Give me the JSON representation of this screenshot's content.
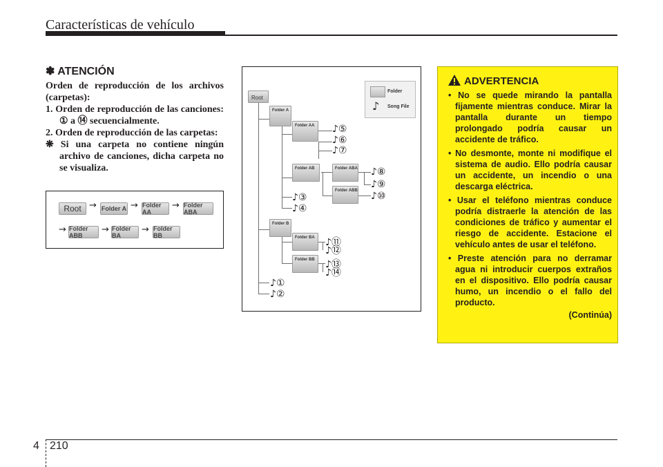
{
  "header": {
    "title": "Características de vehículo"
  },
  "attention": {
    "title": "✽ ATENCIÓN",
    "intro": "Orden de reproducción de los archivos (carpetas):",
    "item1": "1. Orden de reproducción de las canciones: ① a ⑭ secuencialmente.",
    "item2": "2. Orden de reproducción de las carpetas:",
    "item3": "❋ Si una carpeta no contiene ningún archivo de canciones, dicha carpeta no se visualiza."
  },
  "flow": {
    "nodes": [
      "Root",
      "Folder A",
      "Folder AA",
      "Folder ABA",
      "Folder ABB",
      "Folder BA",
      "Folder BB"
    ],
    "arrow": "→"
  },
  "tree": {
    "root": "Root",
    "folder_a": "Folder A",
    "folder_aa": "Folder AA",
    "folder_ab": "Folder AB",
    "folder_aba": "Folder ABA",
    "folder_abb": "Folder ABB",
    "folder_b": "Folder B",
    "folder_ba": "Folder BA",
    "folder_bb": "Folder BB",
    "legend_folder": "Folder",
    "legend_song": "Song File",
    "songs": [
      "♪①",
      "♪②",
      "♪③",
      "♪④",
      "♪⑤",
      "♪⑥",
      "♪⑦",
      "♪⑧",
      "♪⑨",
      "♪⑩",
      "♪⑪",
      "♪⑫",
      "♪⑬",
      "♪⑭"
    ]
  },
  "warning": {
    "title": "ADVERTENCIA",
    "items": [
      "• No se quede mirando la pantalla fijamente mientras conduce. Mirar la pantalla durante un tiempo prolongado podría causar un accidente de tráfico.",
      "• No desmonte, monte ni modifique el sistema de audio. Ello podría causar un accidente, un incendio o una descarga eléctrica.",
      "• Usar el teléfono mientras conduce podría distraerle la atención de las condiciones de tráfico y aumentar el riesgo de accidente. Estacione el vehículo antes de usar el teléfono.",
      "• Preste atención para no derramar agua ni introducir cuerpos extraños en el dispositivo. Ello podría causar humo, un incendio o el fallo del producto."
    ],
    "continued": "(Continúa)"
  },
  "footer": {
    "section": "4",
    "page": "210"
  },
  "colors": {
    "warning_bg": "#fff212",
    "text": "#231f20"
  }
}
